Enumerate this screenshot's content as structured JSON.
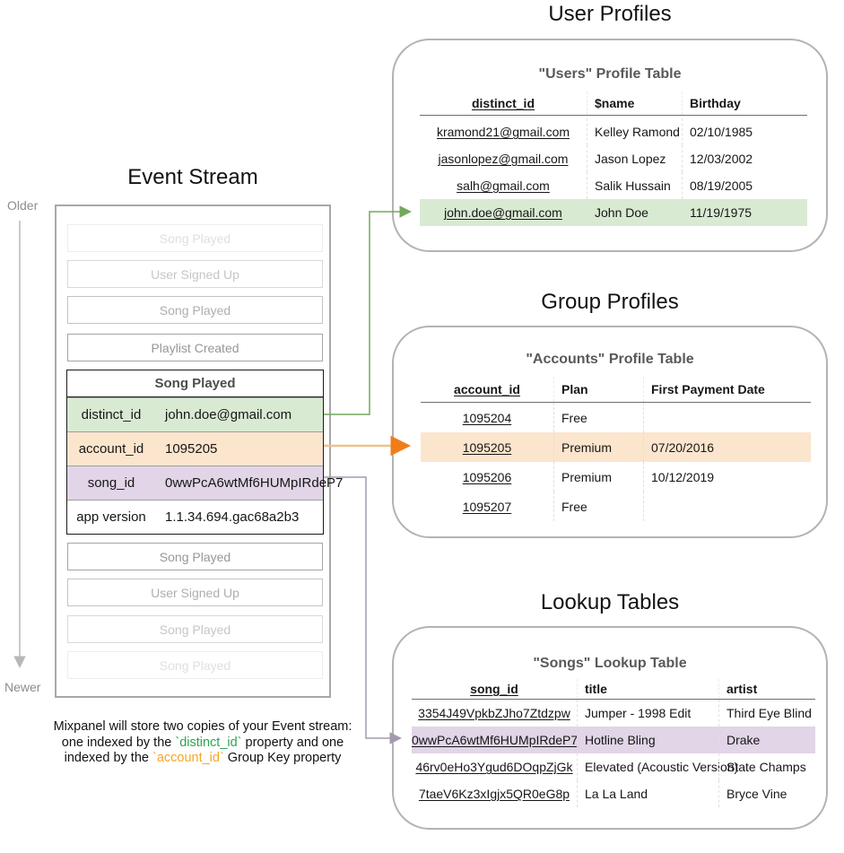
{
  "colors": {
    "green_row": "#d9ead3",
    "orange_row": "#fce5cd",
    "purple_row": "#e1d5e7",
    "green_arrow": "#72a85c",
    "orange_arrow_line": "#eec28a",
    "orange_arrow_head": "#f07d1a",
    "purple_arrow": "#a39aad",
    "timeline_arrow": "#b8b8b8",
    "caption_green": "#2da44e",
    "caption_orange": "#f5a623"
  },
  "event_stream": {
    "title": "Event Stream",
    "older_label": "Older",
    "newer_label": "Newer",
    "events_before": [
      "Song Played",
      "User Signed Up",
      "Song Played",
      "Playlist Created"
    ],
    "expanded_event": {
      "title": "Song Played",
      "properties": [
        {
          "key": "distinct_id",
          "value": "john.doe@gmail.com"
        },
        {
          "key": "account_id",
          "value": "1095205"
        },
        {
          "key": "song_id",
          "value": "0wwPcA6wtMf6HUMpIRdeP7"
        },
        {
          "key": "app version",
          "value": "1.1.34.694.gac68a2b3"
        }
      ]
    },
    "events_after": [
      "Song Played",
      "User Signed Up",
      "Song Played",
      "Song Played"
    ]
  },
  "user_profiles": {
    "section_title": "User Profiles",
    "table_title": "\"Users\" Profile Table",
    "columns": [
      "distinct_id",
      "$name",
      "Birthday"
    ],
    "rows": [
      [
        "kramond21@gmail.com",
        "Kelley Ramond",
        "02/10/1985"
      ],
      [
        "jasonlopez@gmail.com",
        "Jason Lopez",
        "12/03/2002"
      ],
      [
        "salh@gmail.com",
        "Salik Hussain",
        "08/19/2005"
      ],
      [
        "john.doe@gmail.com",
        "John Doe",
        "11/19/1975"
      ]
    ]
  },
  "group_profiles": {
    "section_title": "Group Profiles",
    "table_title": "\"Accounts\" Profile Table",
    "columns": [
      "account_id",
      "Plan",
      "First Payment Date"
    ],
    "rows": [
      [
        "1095204",
        "Free",
        ""
      ],
      [
        "1095205",
        "Premium",
        "07/20/2016"
      ],
      [
        "1095206",
        "Premium",
        "10/12/2019"
      ],
      [
        "1095207",
        "Free",
        ""
      ]
    ]
  },
  "lookup_tables": {
    "section_title": "Lookup Tables",
    "table_title": "\"Songs\" Lookup Table",
    "columns": [
      "song_id",
      "title",
      "artist"
    ],
    "rows": [
      [
        "3354J49VpkbZJho7Ztdzpw",
        "Jumper - 1998 Edit",
        "Third Eye Blind"
      ],
      [
        "0wwPcA6wtMf6HUMpIRdeP7",
        "Hotline Bling",
        "Drake"
      ],
      [
        "46rv0eHo3Ygud6DOqpZjGk",
        "Elevated (Acoustic Version)",
        "State Champs"
      ],
      [
        "7taeV6Kz3xIgjx5QR0eG8p",
        "La La Land",
        "Bryce Vine"
      ]
    ]
  },
  "caption": {
    "line1": "Mixpanel will store two copies of your Event stream:",
    "line2_pre": "one indexed by the ",
    "line2_code": "`distinct_id`",
    "line2_post": " property and one",
    "line3_pre": "indexed by the ",
    "line3_code": "`account_id`",
    "line3_post": " Group Key property"
  }
}
